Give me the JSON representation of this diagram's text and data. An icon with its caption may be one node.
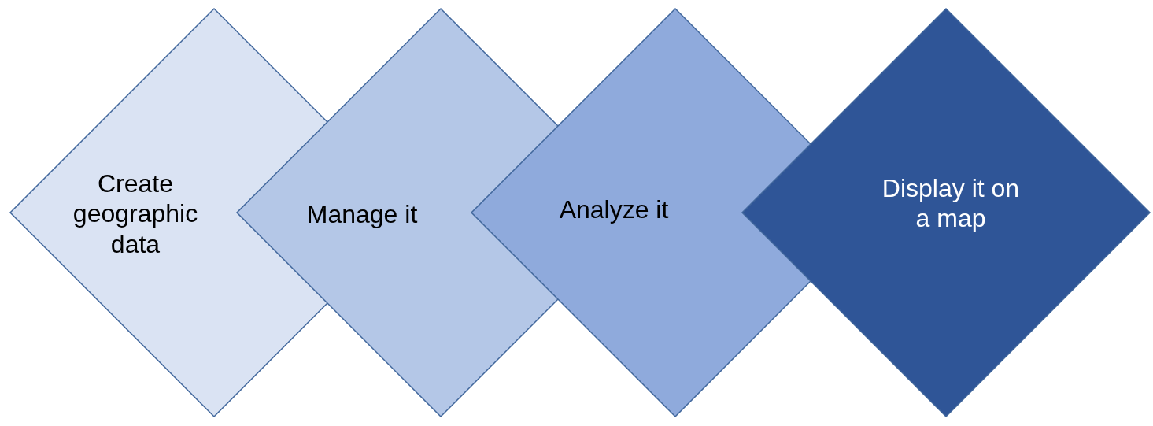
{
  "diagram": {
    "nodes": [
      {
        "text": [
          "Create geographic data"
        ]
      },
      {
        "text": [
          "Manage it"
        ]
      },
      {
        "text": [
          "Analyze it"
        ]
      },
      {
        "text": [
          "Display it on a map"
        ]
      }
    ]
  }
}
